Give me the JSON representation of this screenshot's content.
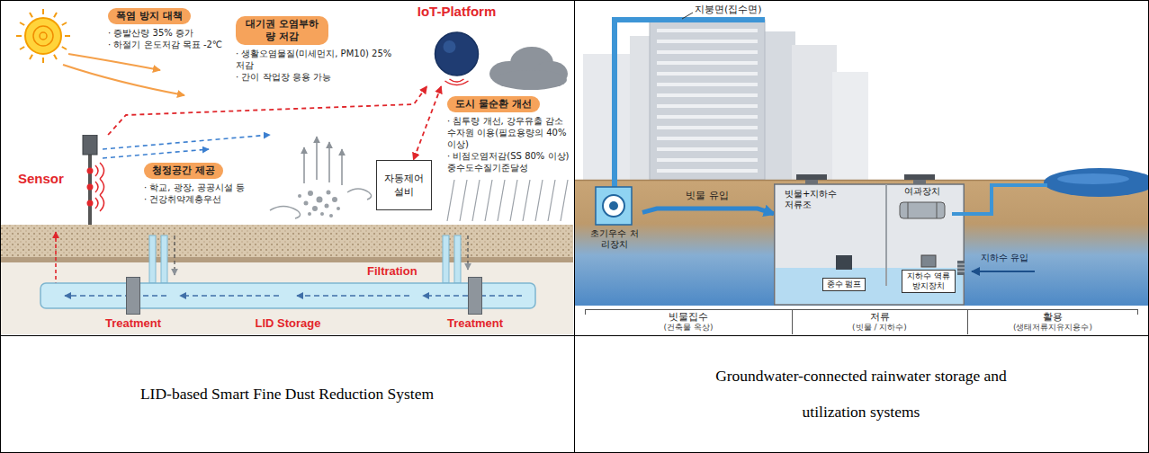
{
  "diagram": {
    "nodes": [
      {
        "text": [
          "폭염 방지 대책",
          "· 증발산량 35% 증가",
          "· 하절기 온도저감 목표 -2℃"
        ]
      },
      {
        "text": [
          "대기권 오염부하량 저감",
          "· 생활오염물질(미세먼지, PM10) 25% 저감",
          "· 간이 작업장 응용 가능"
        ]
      },
      {
        "text": [
          "IoT-Platform"
        ]
      },
      {
        "text": [
          "Sensor"
        ]
      },
      {
        "text": [
          "청정공간 제공",
          "· 학교, 광장, 공공시설 등",
          "· 건강취약계층우선"
        ]
      },
      {
        "text": [
          "도시 물순환 개선",
          "· 침투량 개선, 강우유출 감소 수자원 이용(필요용량의 40% 이상)",
          "· 비점오염저감(SS 80% 이상) 중수도수질기준달성"
        ]
      },
      {
        "text": [
          "자동제어 설비"
        ]
      },
      {
        "text": [
          "Treatment"
        ]
      },
      {
        "text": [
          "LID Storage"
        ]
      },
      {
        "text": [
          "Treatment"
        ]
      },
      {
        "text": [
          "초기우수 처리장치"
        ]
      },
      {
        "text": [
          "빗물+지하수 저류조"
        ]
      },
      {
        "text": [
          "여과장치"
        ],
        "in": 11
      },
      {
        "text": [
          "중수 펌프"
        ],
        "in": 11
      },
      {
        "text": [
          "지하수 역류 방지장치"
        ],
        "in": 11
      }
    ],
    "edges": [
      {
        "from": 3,
        "to": 2,
        "arrow": "to"
      },
      {
        "from": 2,
        "to": 6,
        "arrow": "both"
      },
      {
        "from": 10,
        "to": 11,
        "label": "빗물 유입",
        "arrow": "to"
      },
      {
        "from": 13,
        "to": 12,
        "arrow": "none"
      }
    ],
    "labels": [
      "Filtration",
      "지붕면(집수면)",
      "지하수 유입",
      "빗물집수",
      "(건축물 옥상)",
      "저류",
      "(빗물 / 지하수)",
      "활용",
      "(생태저류지유지용수)",
      "LID-based Smart Fine Dust Reduction System",
      "Groundwater-connected rainwater storage and utilization systems"
    ]
  }
}
